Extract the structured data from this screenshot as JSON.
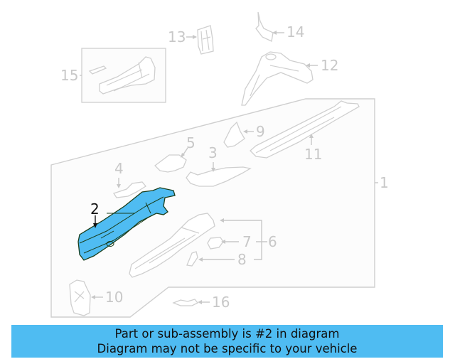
{
  "diagram": {
    "highlight_color": "#4fbcf2",
    "outline_color": "#cfcfcf",
    "callouts": [
      {
        "id": "1",
        "label": "1"
      },
      {
        "id": "2",
        "label": "2",
        "highlighted": true
      },
      {
        "id": "3",
        "label": "3"
      },
      {
        "id": "4",
        "label": "4"
      },
      {
        "id": "5",
        "label": "5"
      },
      {
        "id": "6",
        "label": "6"
      },
      {
        "id": "7",
        "label": "7"
      },
      {
        "id": "8",
        "label": "8"
      },
      {
        "id": "9",
        "label": "9"
      },
      {
        "id": "10",
        "label": "10"
      },
      {
        "id": "11",
        "label": "11"
      },
      {
        "id": "12",
        "label": "12"
      },
      {
        "id": "13",
        "label": "13"
      },
      {
        "id": "14",
        "label": "14"
      },
      {
        "id": "15",
        "label": "15"
      },
      {
        "id": "16",
        "label": "16"
      }
    ]
  },
  "banner": {
    "line1": "Part or sub-assembly is #2 in diagram",
    "line2": "Diagram may not be specific to your vehicle",
    "background": "#4fbcf2"
  }
}
